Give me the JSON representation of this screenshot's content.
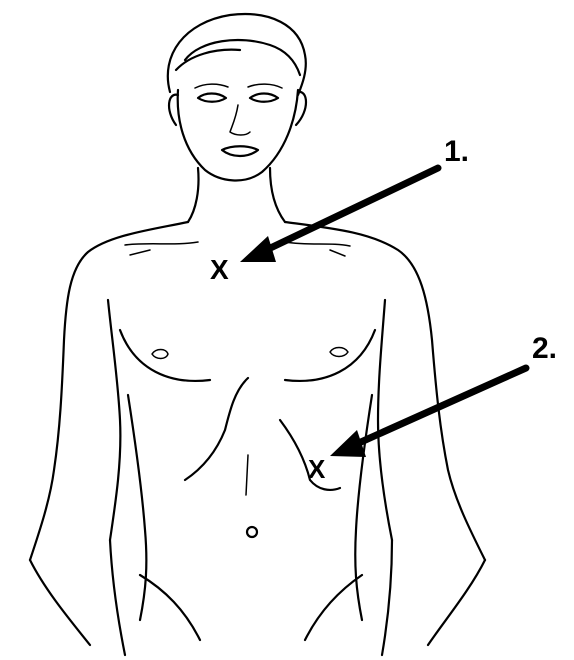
{
  "annotations": [
    {
      "number": "1.",
      "mark": "X"
    },
    {
      "number": "2.",
      "mark": "X"
    }
  ],
  "colors": {
    "ink": "#000000",
    "background": "#ffffff"
  }
}
